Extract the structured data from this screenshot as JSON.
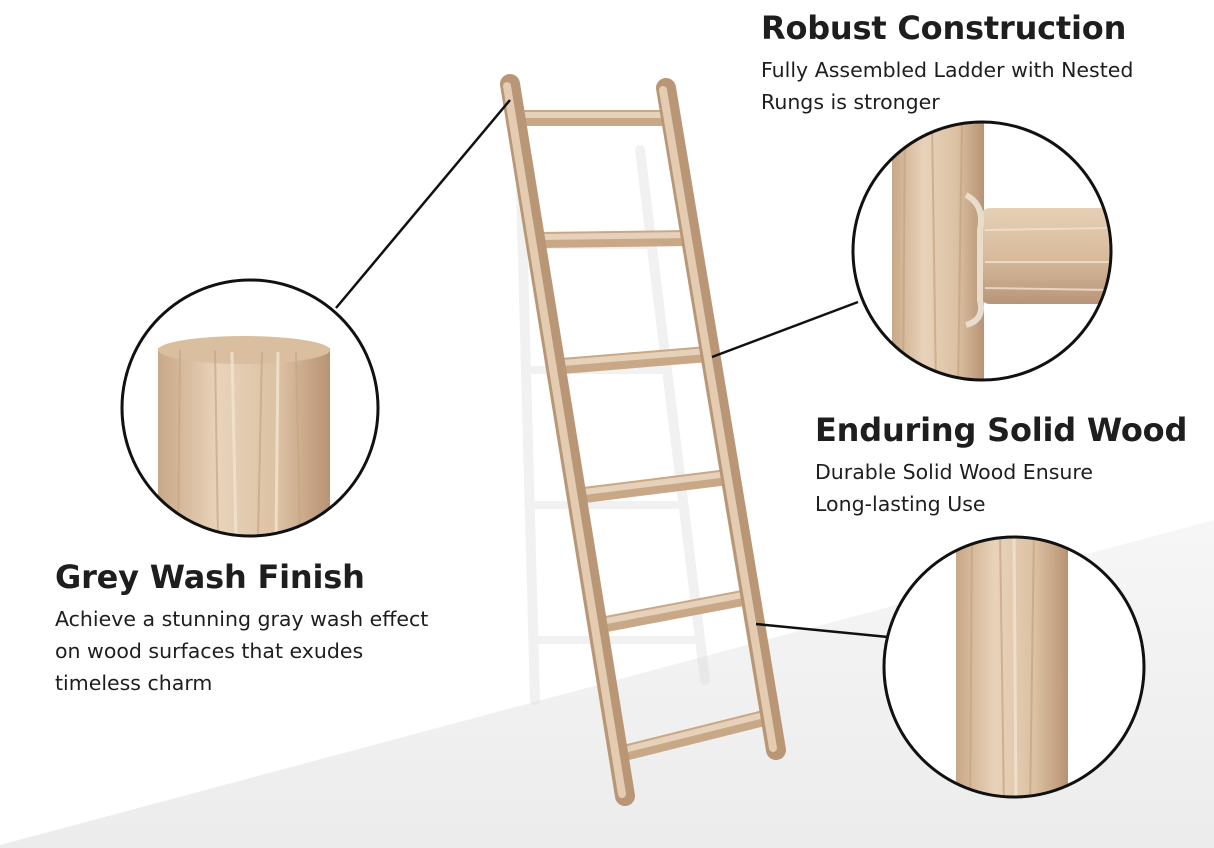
{
  "features": {
    "robust": {
      "title": "Robust Construction",
      "description": "Fully Assembled Ladder with Nested\nRungs is stronger"
    },
    "enduring": {
      "title": "Enduring Solid Wood",
      "description": "Durable Solid Wood Ensure\nLong-lasting Use"
    },
    "grey_wash": {
      "title": "Grey Wash Finish",
      "description": "Achieve a stunning gray wash effect\non wood surfaces that exudes\ntimeless charm"
    }
  },
  "colors": {
    "background": "#ffffff",
    "floor": "#f2f2f2",
    "wood_light": "#e6cfb4",
    "wood_mid": "#d6b898",
    "wood_dark": "#b8957a",
    "outline": "#111111",
    "text": "#1e1e1e"
  }
}
